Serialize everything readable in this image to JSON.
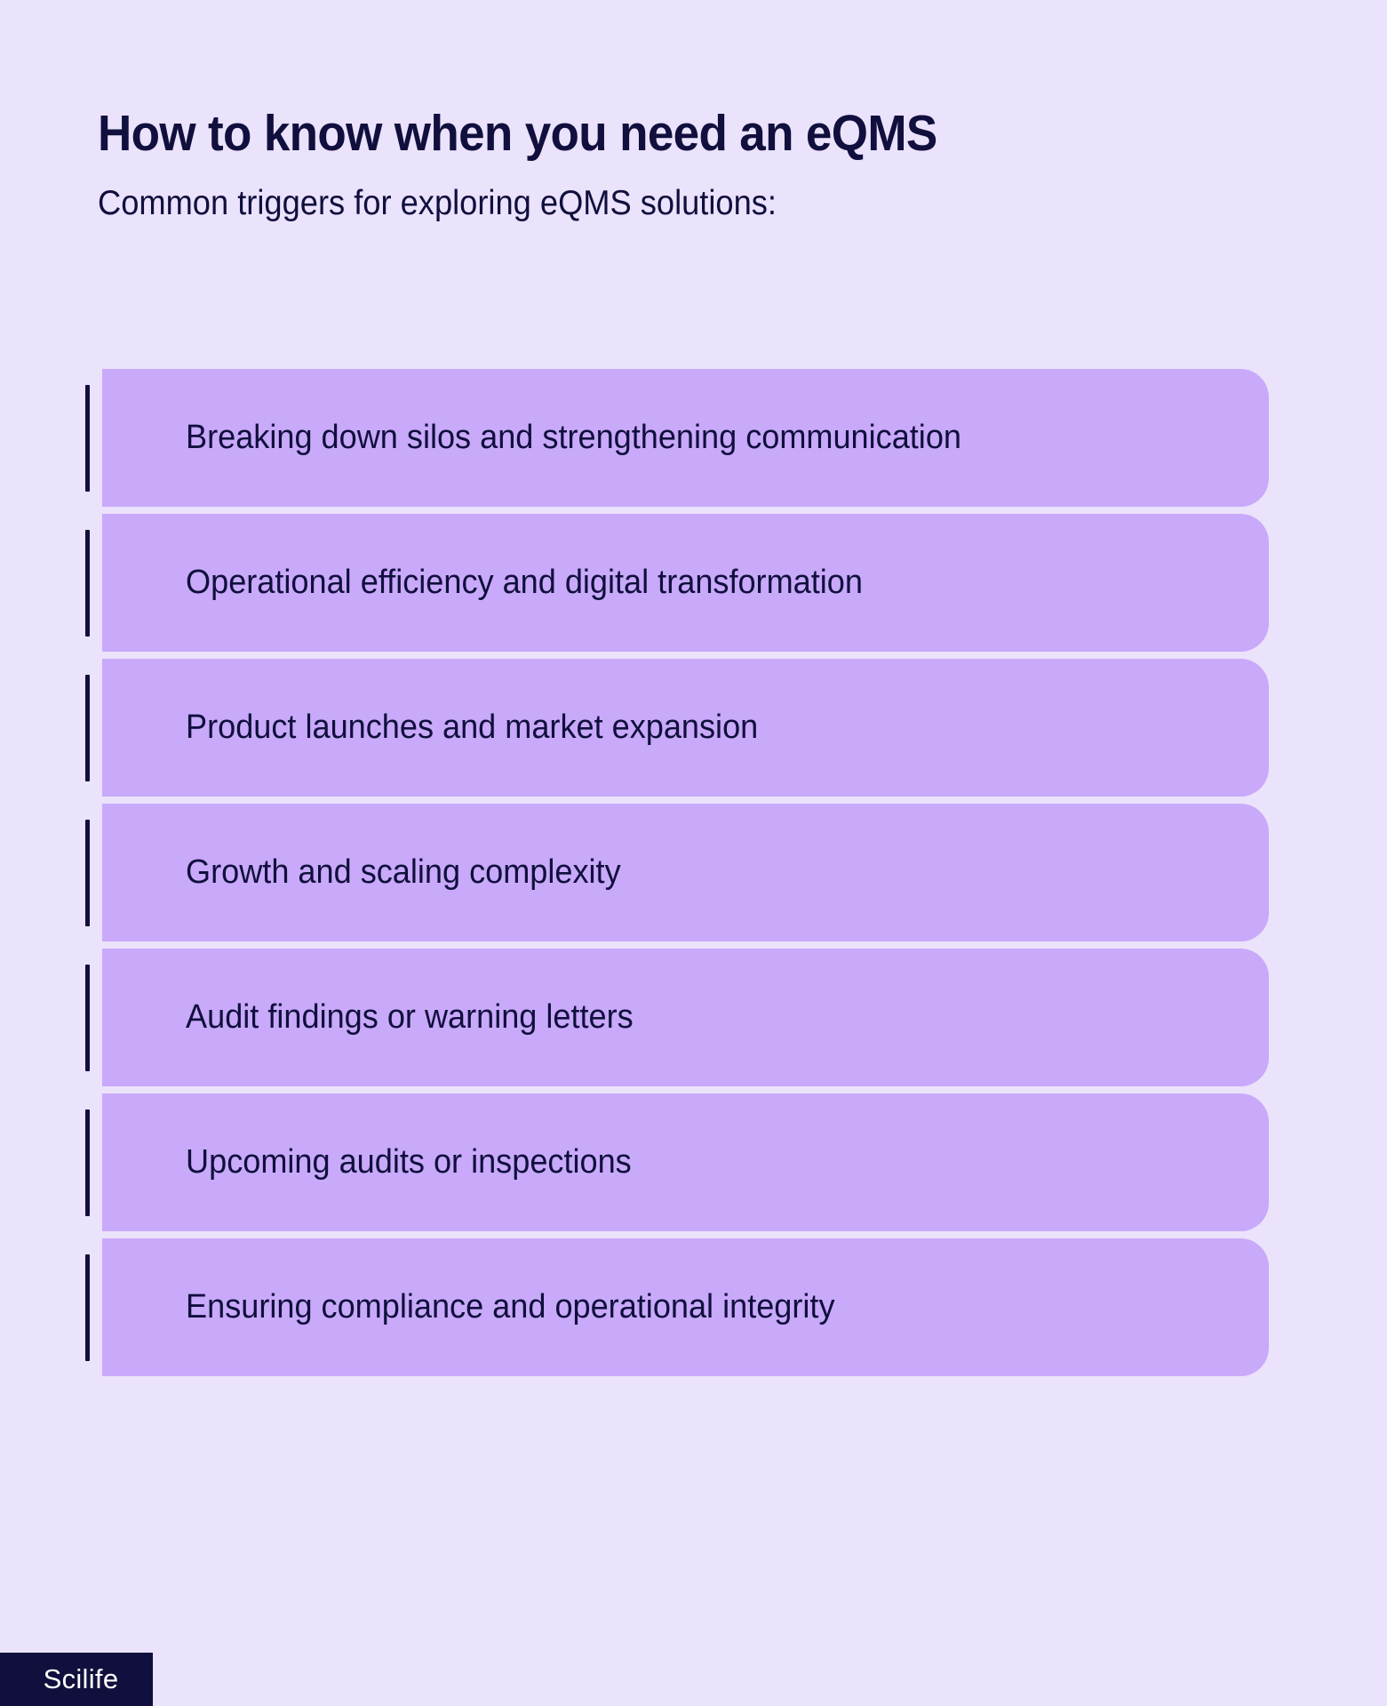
{
  "header": {
    "title": "How to know when you need an eQMS",
    "subtitle": "Common triggers for exploring eQMS solutions:"
  },
  "colors": {
    "background": "#EBE2FB",
    "card": "#C9A9FA",
    "text": "#100F3D",
    "accent_bar": "#100F3D",
    "brand_background": "#100F3D",
    "brand_text": "#FFFFFF"
  },
  "triggers": [
    {
      "label": "Breaking down silos and strengthening communication"
    },
    {
      "label": "Operational efficiency and digital transformation"
    },
    {
      "label": "Product launches and market expansion"
    },
    {
      "label": "Growth and scaling complexity"
    },
    {
      "label": "Audit findings or warning letters"
    },
    {
      "label": "Upcoming audits or inspections"
    },
    {
      "label": "Ensuring compliance and operational integrity"
    }
  ],
  "footer": {
    "brand": "Scilife"
  }
}
